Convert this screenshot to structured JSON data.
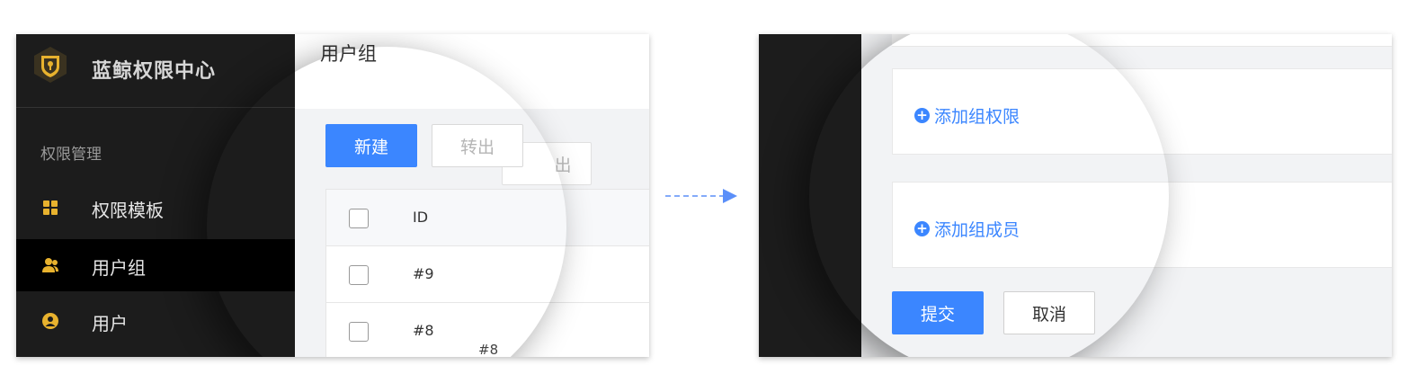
{
  "left": {
    "app_name": "蓝鲸权限中心",
    "sidebar": {
      "section_title": "权限管理",
      "items": [
        {
          "label": "权限模板",
          "icon": "grid-icon",
          "active": false
        },
        {
          "label": "用户组",
          "icon": "users-icon",
          "active": true
        },
        {
          "label": "用户",
          "icon": "user-icon",
          "active": false
        }
      ]
    },
    "page_title": "用户组",
    "toolbar": {
      "new_label": "新建",
      "export_label": "转出",
      "export_ghost_label": "出"
    },
    "table": {
      "header": {
        "id": "ID"
      },
      "rows": [
        {
          "id": "#9"
        },
        {
          "id": "#8"
        }
      ],
      "ghost_id": "#8"
    }
  },
  "right": {
    "add_permission_label": "添加组权限",
    "add_member_label": "添加组成员",
    "submit_label": "提交",
    "cancel_label": "取消"
  },
  "colors": {
    "accent": "#3b86ff",
    "sidebar_bg": "#1c1c1c",
    "logo_gold": "#e8b22e"
  }
}
